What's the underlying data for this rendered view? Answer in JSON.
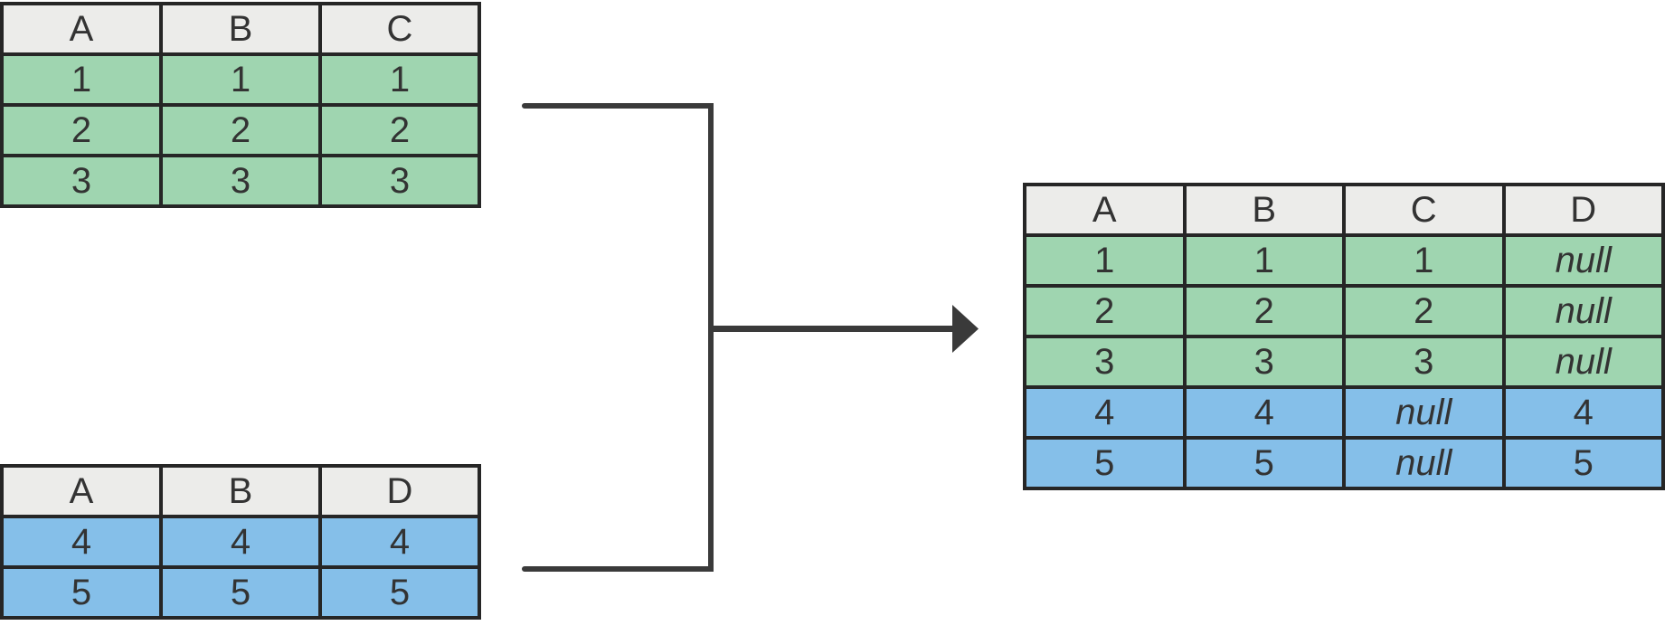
{
  "diagram": {
    "title": "table-union-diagram",
    "null_token": "null"
  },
  "colors": {
    "green": "#9FD5B0",
    "blue": "#85BFE9",
    "header-bg": "#ECECEA",
    "border": "#262626",
    "line": "#3A3A3A",
    "text": "#333333",
    "canvas": "#FFFFFF"
  },
  "tables": {
    "source_top": {
      "headers": [
        "A",
        "B",
        "C"
      ],
      "rows": [
        [
          "1",
          "1",
          "1"
        ],
        [
          "2",
          "2",
          "2"
        ],
        [
          "3",
          "3",
          "3"
        ]
      ],
      "row_colors": [
        "green",
        "green",
        "green"
      ]
    },
    "source_bottom": {
      "headers": [
        "A",
        "B",
        "D"
      ],
      "rows": [
        [
          "4",
          "4",
          "4"
        ],
        [
          "5",
          "5",
          "5"
        ]
      ],
      "row_colors": [
        "blue",
        "blue"
      ]
    },
    "result": {
      "headers": [
        "A",
        "B",
        "C",
        "D"
      ],
      "rows": [
        [
          "1",
          "1",
          "1",
          "null"
        ],
        [
          "2",
          "2",
          "2",
          "null"
        ],
        [
          "3",
          "3",
          "3",
          "null"
        ],
        [
          "4",
          "4",
          "null",
          "4"
        ],
        [
          "5",
          "5",
          "null",
          "5"
        ]
      ],
      "row_colors": [
        "green",
        "green",
        "green",
        "blue",
        "blue"
      ]
    }
  }
}
